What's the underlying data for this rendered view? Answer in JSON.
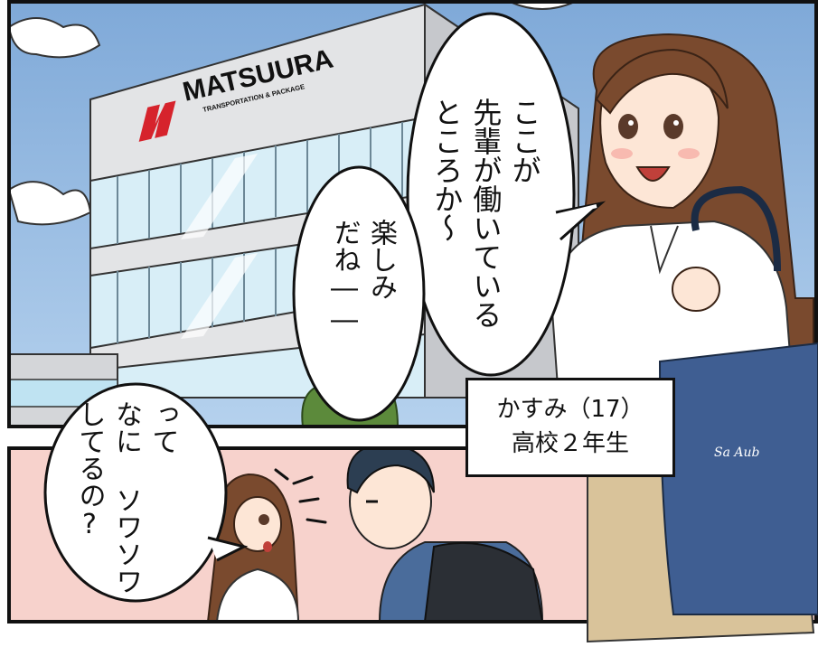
{
  "building": {
    "logo_name": "MATSUURA",
    "logo_tagline": "TRANSPORTATION & PACKAGE"
  },
  "balloons": {
    "top_1": "ここが\n先輩が働いている\nところか～",
    "top_2": "楽しみ\nだね――",
    "bottom": "って\nなに ソワソワ\nしてるの?"
  },
  "caption": {
    "name": "かすみ（17）",
    "grade": "高校２年生"
  },
  "bag_signature": "Sa Aub",
  "colors": {
    "sky": "#8fb8e0",
    "building": "#e3e4e6",
    "logo_red": "#d6232c",
    "glass": "#cfe9f5",
    "panel_pink": "#f7d2cc",
    "bag": "#3f5e92"
  }
}
